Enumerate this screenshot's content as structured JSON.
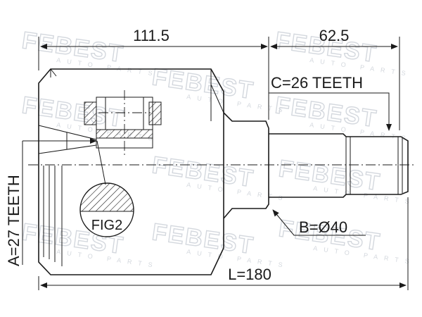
{
  "diagram": {
    "dimensions": {
      "inner_length": "111.5",
      "shaft_length": "62.5",
      "overall_length": "L=180",
      "outer_teeth": "C=26 TEETH",
      "inner_teeth": "A=27 TEETH",
      "shaft_diameter": "B=Ø40"
    },
    "figure_label": "FIG2",
    "watermark": {
      "brand": "FEBEST",
      "sub": "AUTO PARTS"
    },
    "colors": {
      "line": "#1a1a1a",
      "watermark": "#d4d8de",
      "background": "#ffffff"
    }
  }
}
